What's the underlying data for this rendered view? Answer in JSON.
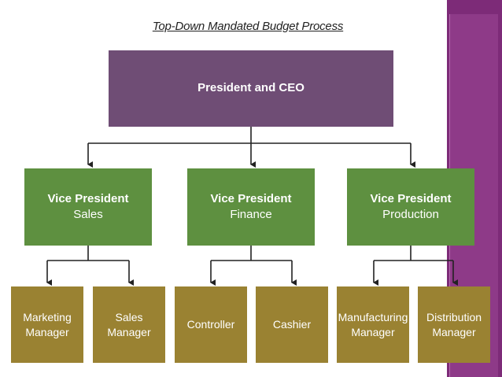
{
  "title": "Top-Down Mandated Budget Process",
  "ceo": {
    "label": "President and CEO"
  },
  "vice_presidents": [
    {
      "line1": "Vice President",
      "line2": "Sales"
    },
    {
      "line1": "Vice President",
      "line2": "Finance"
    },
    {
      "line1": "Vice President",
      "line2": "Production"
    }
  ],
  "managers": [
    {
      "line1": "Marketing",
      "line2": "Manager"
    },
    {
      "line1": "Sales",
      "line2": "Manager"
    },
    {
      "line1": "Controller",
      "line2": ""
    },
    {
      "line1": "Cashier",
      "line2": ""
    },
    {
      "line1": "Manufacturing",
      "line2": "Manager"
    },
    {
      "line1": "Distribution",
      "line2": "Manager"
    }
  ],
  "colors": {
    "ceo": "#6f4d75",
    "vice_president": "#5e9040",
    "manager": "#9a8232",
    "accent": "#7d2b78"
  }
}
